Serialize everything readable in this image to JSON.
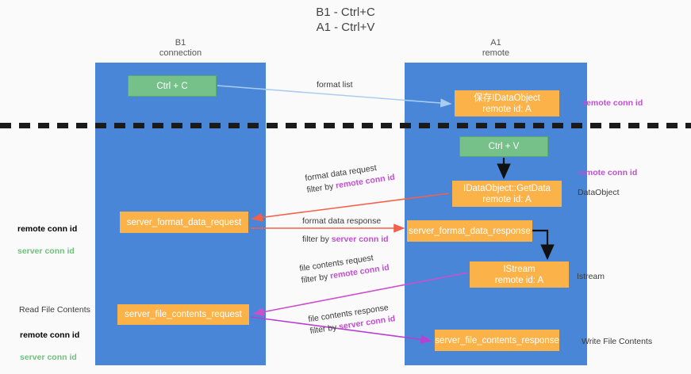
{
  "title": "B1 - Ctrl+C\nA1 - Ctrl+V",
  "lanes": {
    "left": {
      "header": "B1\nconnection",
      "color": "#4a86d8"
    },
    "right": {
      "header": "A1\nremote",
      "color": "#4a86d8"
    }
  },
  "nodes": {
    "ctrl_c": {
      "label": "Ctrl + C",
      "color": "#76c08a"
    },
    "idataobject": {
      "label": "保存IDataObject\nremote id: A",
      "color": "#fbb349"
    },
    "ctrl_v": {
      "label": "Ctrl + V",
      "color": "#76c08a"
    },
    "getdata": {
      "label": "IDataObject::GetData\nremote id: A",
      "color": "#fbb349"
    },
    "server_format_data_request": {
      "label": "server_format_data_request",
      "color": "#fbb349"
    },
    "server_format_data_response": {
      "label": "server_format_data_response",
      "color": "#fbb349"
    },
    "istream": {
      "label": "IStream\nremote id: A",
      "color": "#fbb349"
    },
    "server_file_contents_request": {
      "label": "server_file_contents_request",
      "color": "#fbb349"
    },
    "server_file_contents_response": {
      "label": "server_file_contents_response",
      "color": "#fbb349"
    }
  },
  "edges": {
    "format_list": {
      "label": "format list",
      "color": "#a8cdf0"
    },
    "format_data_request": {
      "line1": "format data request",
      "filter_prefix": "filter by ",
      "filter_key": "remote conn id",
      "color": "#f4604a"
    },
    "format_data_response": {
      "line1": "format data response",
      "filter_prefix": "filter by ",
      "filter_key": "server conn id",
      "color": "#f4604a"
    },
    "file_contents_request": {
      "line1": "file contents request",
      "filter_prefix": "filter by ",
      "filter_key": "remote conn id",
      "color": "#cc4fcc"
    },
    "file_contents_response": {
      "line1": "file contents response",
      "filter_prefix": "filter by ",
      "filter_key": "server conn id",
      "color": "#b83fd0"
    }
  },
  "annotations": {
    "remote_conn_id_top": "remote conn id",
    "remote_conn_id_mid": "remote conn id",
    "data_object": "DataObject",
    "istream": "Istream",
    "write_file_contents": "Write File Contents",
    "read_file_contents": "Read File Contents",
    "left_remote_conn_id": "remote conn id",
    "left_server_conn_id": "server conn id",
    "left_remote_conn_id_2": "remote conn id",
    "left_server_conn_id_2": "server conn id"
  },
  "colors": {
    "purple": "#c04fd0",
    "green_text": "#6ec07c",
    "lane_blue": "#4a86d8",
    "orange": "#fbb349",
    "green_box": "#76c08a",
    "divider": "#1b1b1b"
  }
}
